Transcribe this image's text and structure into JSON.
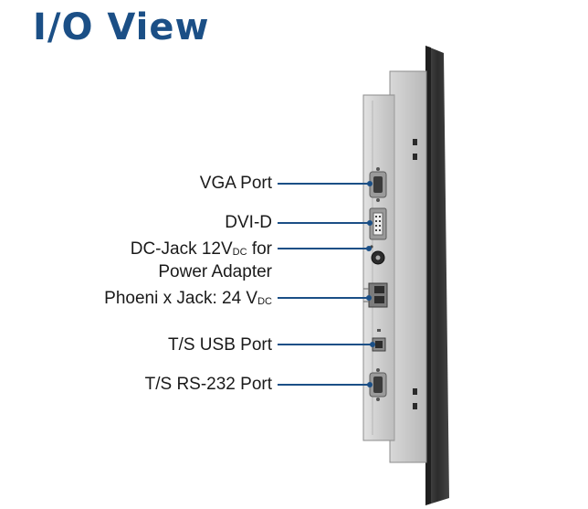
{
  "title": "I/O View",
  "ports": [
    {
      "label": "VGA Port"
    },
    {
      "label": "DVI-D"
    },
    {
      "label_main": "DC-Jack 12V",
      "label_sub": "DC",
      "label_tail": " for",
      "label_line2": "Power Adapter"
    },
    {
      "label_main": "Phoeni x Jack: 24 V",
      "label_sub": "DC"
    },
    {
      "label": "T/S USB Port"
    },
    {
      "label": "T/S RS-232 Port"
    }
  ],
  "colors": {
    "title": "#1b4f86",
    "leader_line": "#1b4f86",
    "bezel": "#3a3a3a",
    "chassis": "#c9c9c9"
  }
}
